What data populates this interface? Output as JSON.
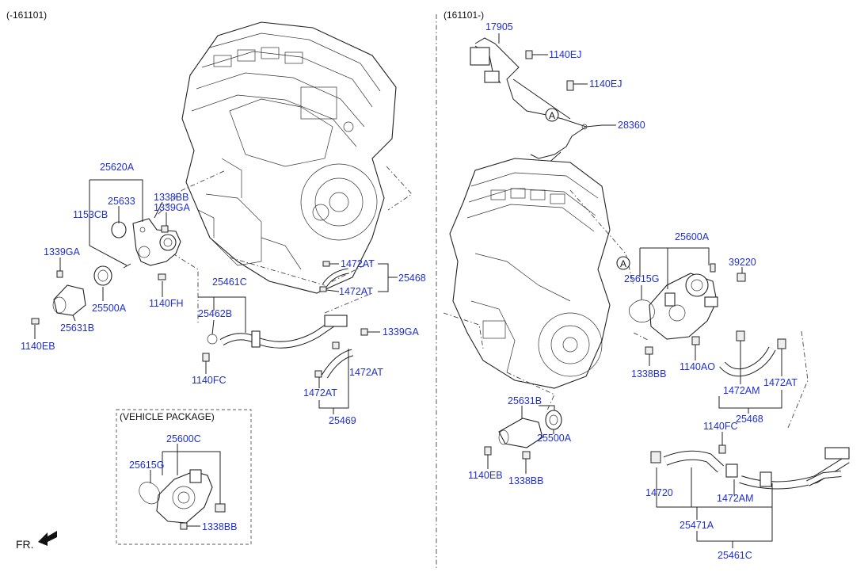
{
  "sections": {
    "left_range": "(-161101)",
    "right_range": "(161101-)",
    "vehicle_package": "(VEHICLE PACKAGE)",
    "front_marker": "FR."
  },
  "callouts": {
    "l_25620A": "25620A",
    "l_25633": "25633",
    "l_1338BB": "1338BB",
    "l_1339GA_a": "1339GA",
    "l_1153CB": "1153CB",
    "l_1339GA_b": "1339GA",
    "l_25500A": "25500A",
    "l_1140FH": "1140FH",
    "l_25631B": "25631B",
    "l_1140EB": "1140EB",
    "l_1472AT_a": "1472AT",
    "l_1472AT_b": "1472AT",
    "l_25468": "25468",
    "l_25461C": "25461C",
    "l_25462B": "25462B",
    "l_1339GA_c": "1339GA",
    "l_1140FC": "1140FC",
    "l_1472AT_c": "1472AT",
    "l_1472AT_d": "1472AT",
    "l_25469": "25469",
    "vp_25600C": "25600C",
    "vp_25615G": "25615G",
    "vp_1338BB": "1338BB",
    "r_17905": "17905",
    "r_1140EJ_a": "1140EJ",
    "r_1140EJ_b": "1140EJ",
    "r_28360": "28360",
    "r_A_top": "A",
    "r_25600A": "25600A",
    "r_A_mid": "A",
    "r_25615G": "25615G",
    "r_39220": "39220",
    "r_1338BB_a": "1338BB",
    "r_1140AO": "1140AO",
    "r_1472AM_a": "1472AM",
    "r_1472AT": "1472AT",
    "r_25468": "25468",
    "r_25631B": "25631B",
    "r_25500A": "25500A",
    "r_1140EB": "1140EB",
    "r_1338BB_b": "1338BB",
    "r_1140FC": "1140FC",
    "r_14720": "14720",
    "r_1472AM_b": "1472AM",
    "r_25471A": "25471A",
    "r_25461C": "25461C"
  },
  "colors": {
    "label": "#1f2fd1",
    "line": "#222222",
    "background": "#ffffff"
  }
}
